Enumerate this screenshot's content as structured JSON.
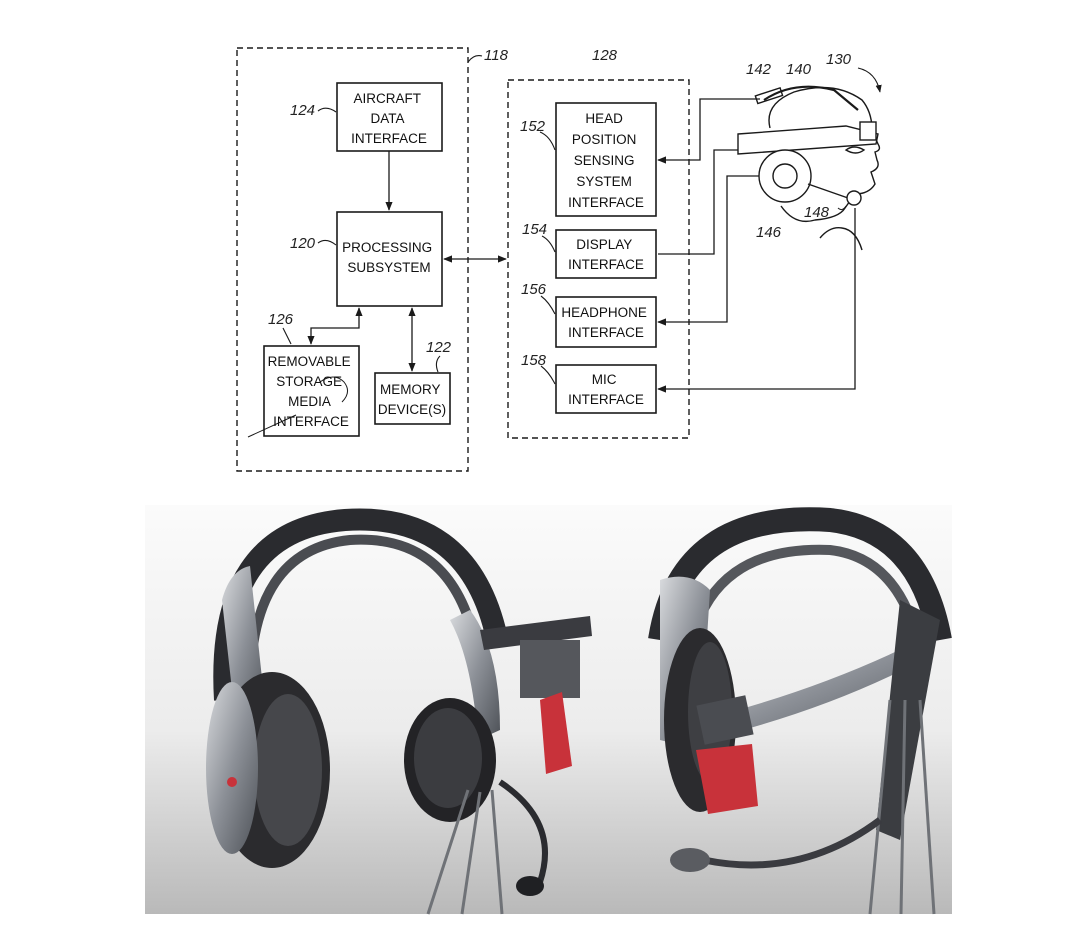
{
  "diagram": {
    "group_left": {
      "ref": "118"
    },
    "group_right": {
      "ref": "128"
    },
    "head_ref": "130",
    "blocks": {
      "aircraft": {
        "ref": "124",
        "lines": [
          "AIRCRAFT",
          "DATA",
          "INTERFACE"
        ]
      },
      "processing": {
        "ref": "120",
        "lines": [
          "PROCESSING",
          "SUBSYSTEM"
        ]
      },
      "removable": {
        "ref": "126",
        "lines": [
          "REMOVABLE",
          "STORAGE",
          "MEDIA",
          "INTERFACE"
        ]
      },
      "memory": {
        "ref": "122",
        "lines": [
          "MEMORY",
          "DEVICE(S)"
        ]
      },
      "head_position": {
        "ref": "152",
        "lines": [
          "HEAD",
          "POSITION",
          "SENSING",
          "SYSTEM",
          "INTERFACE"
        ]
      },
      "display": {
        "ref": "154",
        "lines": [
          "DISPLAY",
          "INTERFACE"
        ]
      },
      "headphone": {
        "ref": "156",
        "lines": [
          "HEADPHONE",
          "INTERFACE"
        ]
      },
      "mic": {
        "ref": "158",
        "lines": [
          "MIC",
          "INTERFACE"
        ]
      }
    },
    "component_refs": {
      "r142": "142",
      "r140": "140",
      "r146": "146",
      "r148": "148"
    }
  },
  "colors": {
    "ink": "#1a1a1a",
    "accent_red": "#c8323a",
    "shell_grey": "#8c9097",
    "cushion": "#2b2b2e"
  }
}
